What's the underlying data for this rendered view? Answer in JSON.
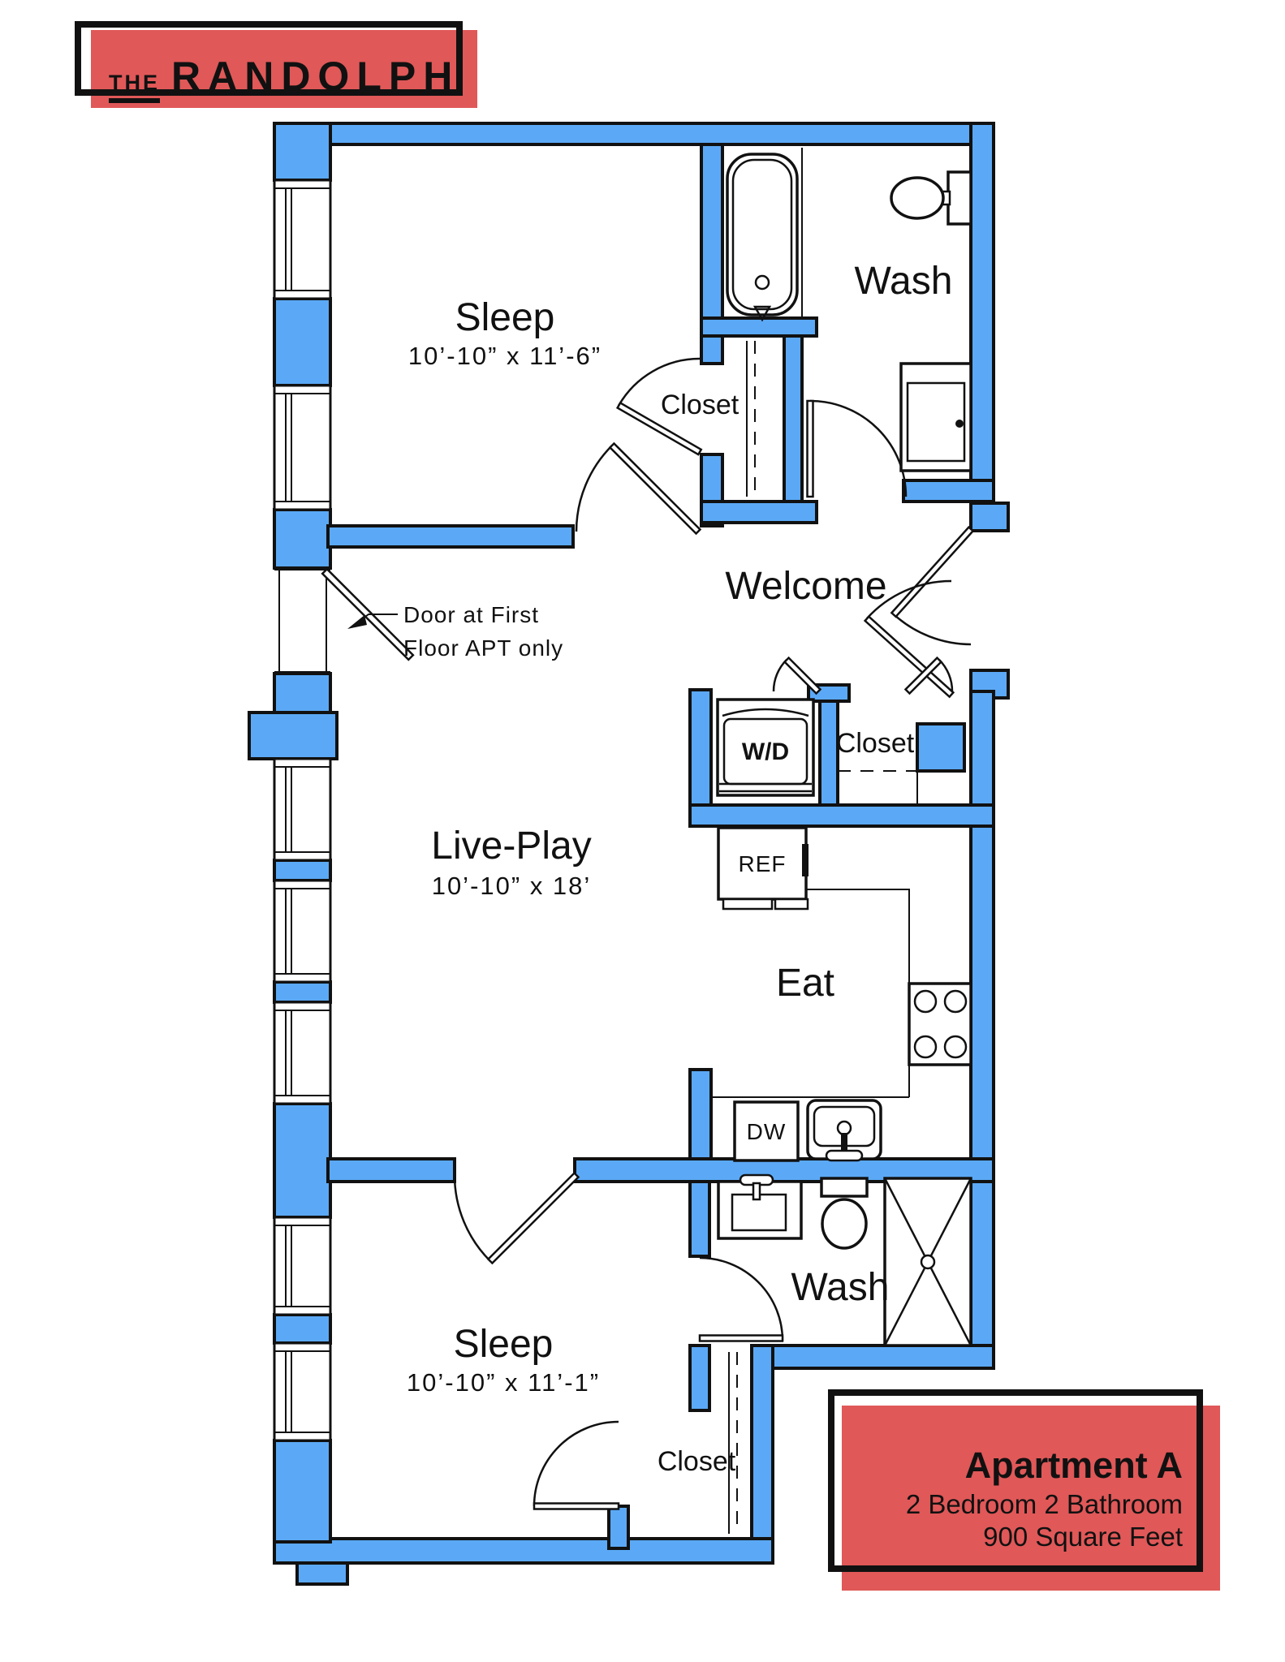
{
  "logo": {
    "prefix": "THE",
    "name": "RANDOLPH"
  },
  "rooms": {
    "sleep1": {
      "label": "Sleep",
      "dims": "10’-10” x 11’-6”"
    },
    "wash1": {
      "label": "Wash"
    },
    "closet1": {
      "label": "Closet"
    },
    "welcome": {
      "label": "Welcome"
    },
    "wd": {
      "label": "W/D"
    },
    "closet2": {
      "label": "Closet"
    },
    "liveplay": {
      "label": "Live-Play",
      "dims": "10’-10” x 18’"
    },
    "ref": {
      "label": "REF"
    },
    "eat": {
      "label": "Eat"
    },
    "dw": {
      "label": "DW"
    },
    "wash2": {
      "label": "Wash"
    },
    "sleep2": {
      "label": "Sleep",
      "dims": "10’-10” x 11’-1”"
    },
    "closet3": {
      "label": "Closet"
    }
  },
  "annotation": {
    "line1": "Door at First",
    "line2": "Floor APT only"
  },
  "info_card": {
    "title": "Apartment A",
    "bed_bath": "2 Bedroom 2 Bathroom",
    "area": "900 Square Feet"
  },
  "colors": {
    "wall_blue": "#5BA9F6",
    "accent_red": "#E05858",
    "line_black": "#111111"
  }
}
